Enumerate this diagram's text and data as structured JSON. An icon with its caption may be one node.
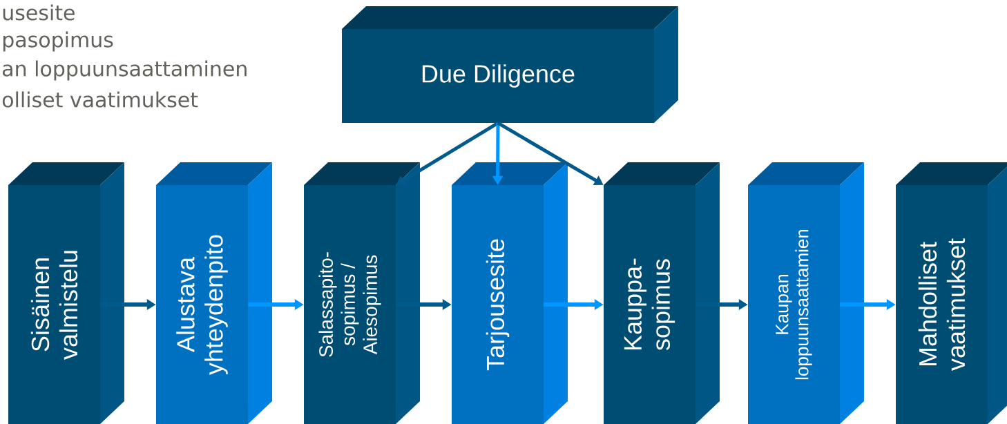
{
  "diagram": {
    "nodes": [
      {
        "text": [
          "Due Diligence"
        ]
      },
      {
        "text": [
          "Sisäinen valmistelu"
        ]
      },
      {
        "text": [
          "Alustava yhteydenpito"
        ]
      },
      {
        "text": [
          "Salassapito- sopimus / Aiesopimus"
        ]
      },
      {
        "text": [
          "Tarjousesite"
        ]
      },
      {
        "text": [
          "Kauppa- sopimus"
        ]
      },
      {
        "text": [
          "Kaupan loppuunsaattamien"
        ]
      },
      {
        "text": [
          "Mahdolliset vaatimukset"
        ]
      }
    ],
    "edges": [
      {
        "from": 0,
        "to": 3,
        "arrow": "to"
      },
      {
        "from": 0,
        "to": 4,
        "arrow": "to",
        "color": "#0096ff"
      },
      {
        "from": 0,
        "to": 5,
        "arrow": "to"
      },
      {
        "from": 1,
        "to": 2,
        "arrow": "to"
      },
      {
        "from": 2,
        "to": 3,
        "arrow": "to",
        "color": "#0096ff"
      },
      {
        "from": 3,
        "to": 4,
        "arrow": "to"
      },
      {
        "from": 4,
        "to": 5,
        "arrow": "to",
        "color": "#0096ff"
      },
      {
        "from": 5,
        "to": 6,
        "arrow": "to"
      },
      {
        "from": 6,
        "to": 7,
        "arrow": "to",
        "color": "#0096ff"
      }
    ],
    "labels": [
      "usesite",
      "pasopimus",
      "an loppuunsaattaminen",
      "olliset vaatimukset"
    ]
  }
}
